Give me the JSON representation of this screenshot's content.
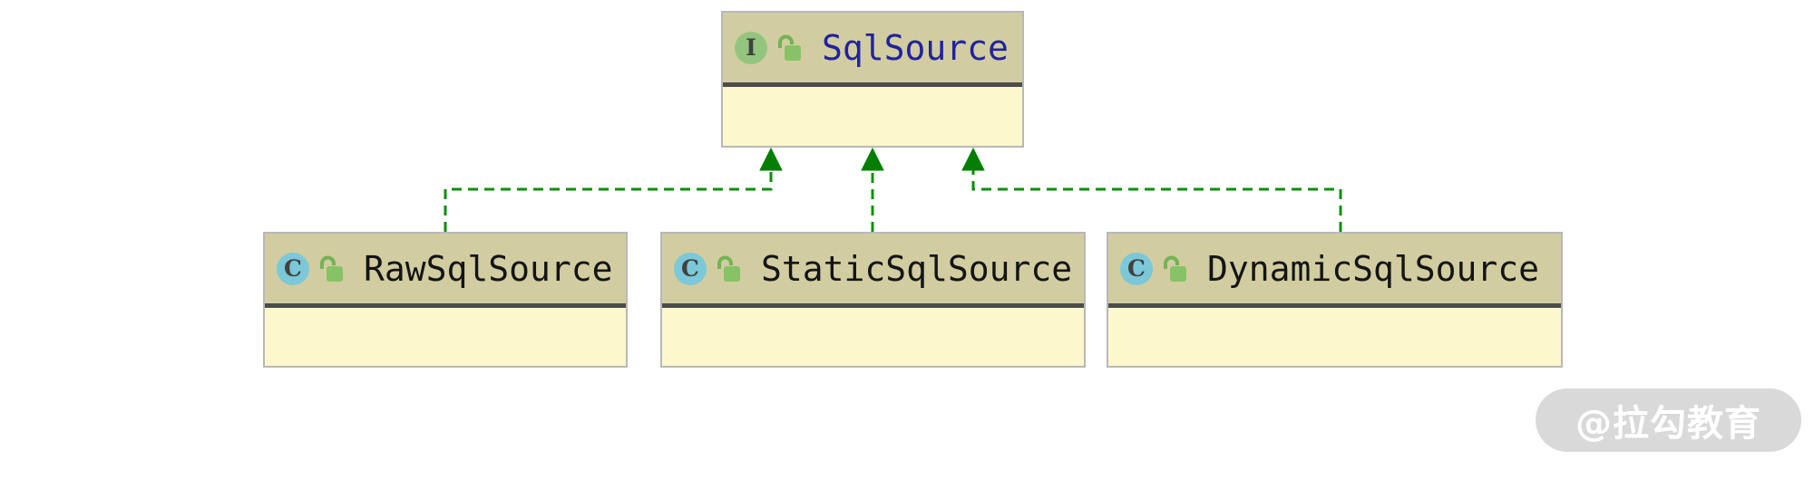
{
  "diagram": {
    "interface": {
      "badge_letter": "I",
      "name": "SqlSource"
    },
    "classes": [
      {
        "badge_letter": "C",
        "name": "RawSqlSource"
      },
      {
        "badge_letter": "C",
        "name": "StaticSqlSource"
      },
      {
        "badge_letter": "C",
        "name": "DynamicSqlSource"
      }
    ],
    "relationships": [
      {
        "from": "RawSqlSource",
        "to": "SqlSource",
        "type": "implements"
      },
      {
        "from": "StaticSqlSource",
        "to": "SqlSource",
        "type": "implements"
      },
      {
        "from": "DynamicSqlSource",
        "to": "SqlSource",
        "type": "implements"
      }
    ]
  },
  "icons": {
    "interface_badge": "interface-icon",
    "class_badge": "class-icon",
    "visibility": "unlocked-icon",
    "arrowhead": "implements-arrow-icon"
  },
  "colors": {
    "node_header": "#d1cda1",
    "node_body": "#fcf8cc",
    "node_border": "#b8b8b8",
    "separator": "#4c4c4c",
    "interface_badge_bg": "#94c57e",
    "class_badge_bg": "#7bc8d8",
    "badge_letter": "#414141",
    "lock_green": "#87c366",
    "lock_shackle": "#74b356",
    "edge_green": "#0b8f0b",
    "arrow_green": "#047f04",
    "interface_name": "#22229e",
    "class_name": "#141414",
    "watermark_bg": "#d9d9d9",
    "watermark_text": "#ffffff"
  },
  "watermark": {
    "text": "@拉勾教育"
  }
}
